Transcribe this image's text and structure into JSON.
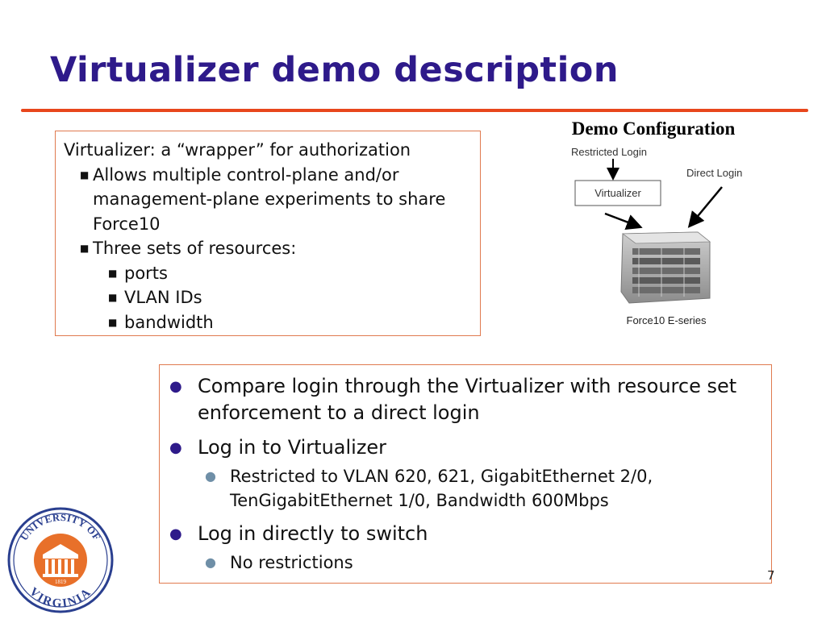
{
  "slide": {
    "title": "Virtualizer demo description",
    "page_number": "7"
  },
  "resource_box": {
    "heading": "Virtualizer: a “wrapper” for authorization",
    "bullets": [
      "Allows multiple control-plane and/or management-plane experiments to share Force10",
      "Three sets of resources:"
    ],
    "sub_bullets": [
      "ports",
      "VLAN IDs",
      "bandwidth"
    ]
  },
  "diagram": {
    "title": "Demo Configuration",
    "restricted_label": "Restricted Login",
    "direct_label": "Direct Login",
    "virtualizer_label": "Virtualizer",
    "device_label": "Force10 E-series"
  },
  "steps_box": {
    "items": [
      {
        "text": "Compare login through the Virtualizer with resource set enforcement to a direct login"
      },
      {
        "text": "Log in to Virtualizer",
        "sub": "Restricted to VLAN 620, 621, GigabitEthernet 2/0, TenGigabitEthernet 1/0, Bandwidth 600Mbps"
      },
      {
        "text": "Log in directly to switch",
        "sub": "No restrictions"
      }
    ]
  },
  "logo": {
    "top_text": "UNIVERSITY OF",
    "bottom_text": "VIRGINIA",
    "year": "1819"
  },
  "colors": {
    "title": "#2e1a8a",
    "rule": "#e8461c",
    "box_border": "#e07a4f",
    "logo_blue": "#2a3f8f",
    "logo_orange": "#e8702a"
  }
}
